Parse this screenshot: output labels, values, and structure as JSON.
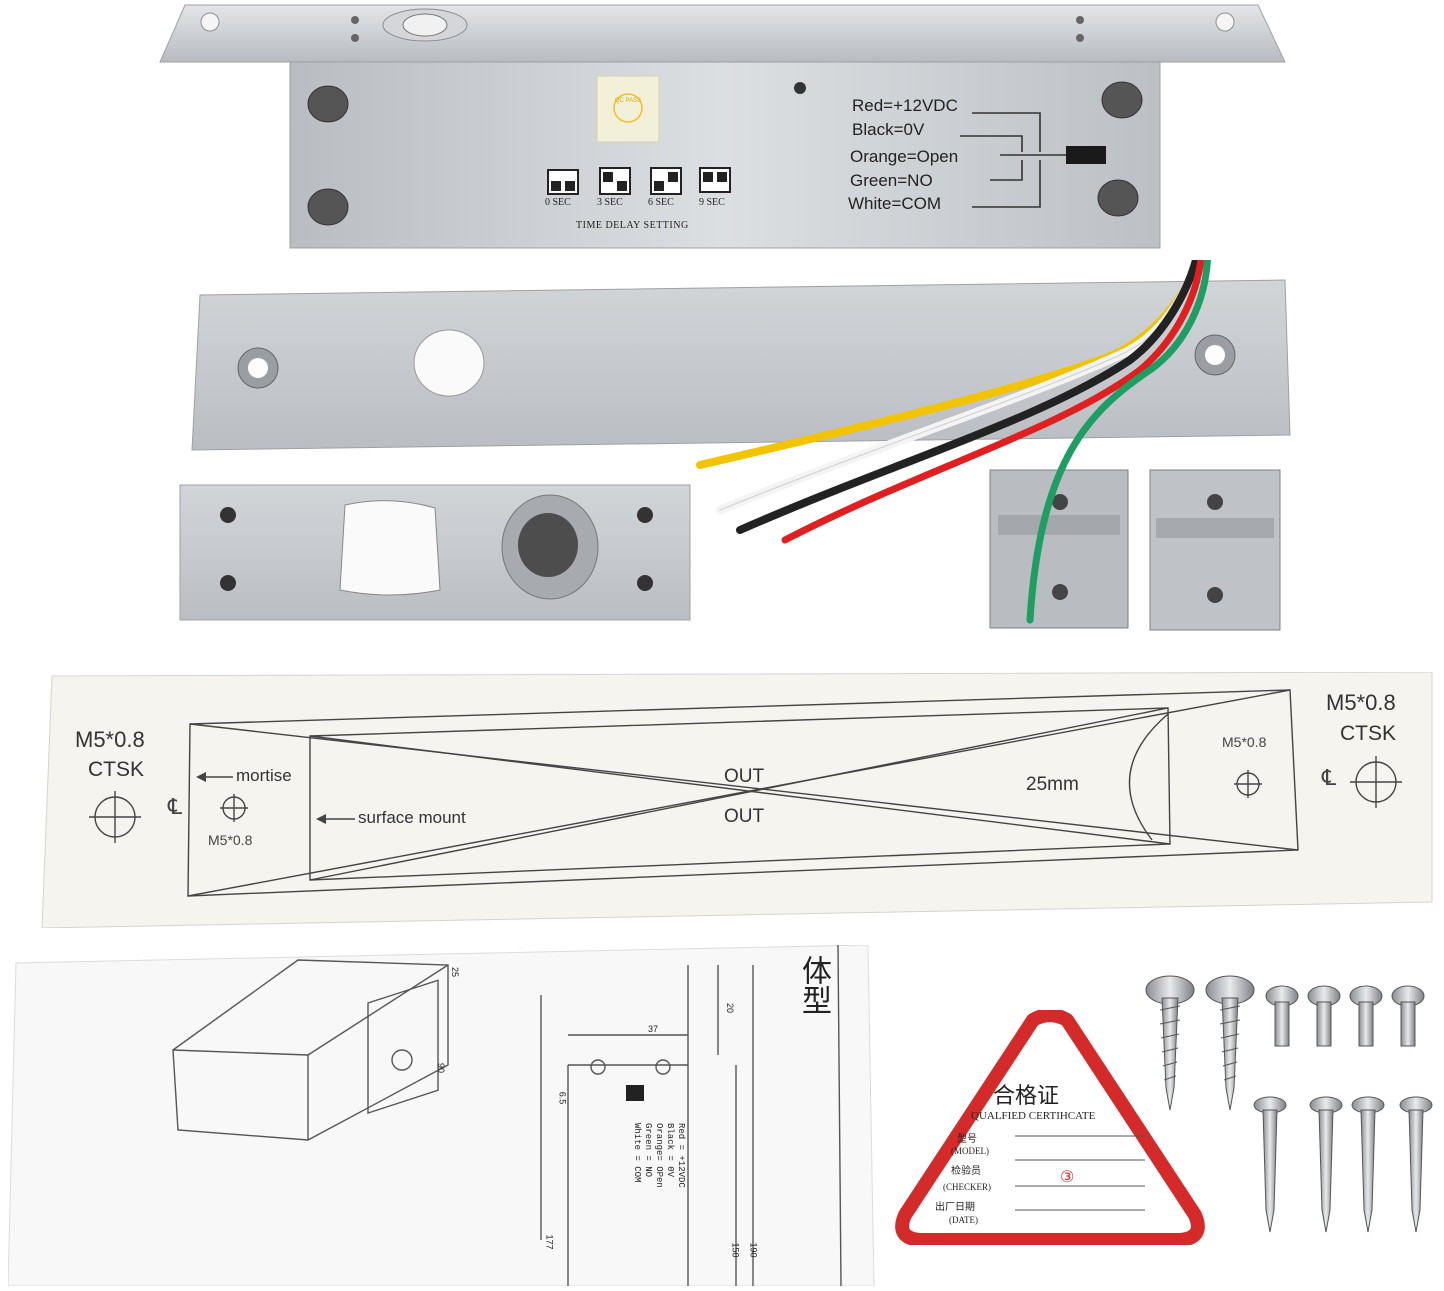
{
  "lock_body": {
    "qc_badge": "QC PASS",
    "wiring": [
      {
        "text": "Red=+12VDC"
      },
      {
        "text": "Black=0V"
      },
      {
        "text": "Orange=Open"
      },
      {
        "text": "Green=NO"
      },
      {
        "text": "White=COM"
      }
    ],
    "delay_options": [
      "0 SEC",
      "3 SEC",
      "6 SEC",
      "9 SEC"
    ],
    "delay_caption": "TIME DELAY SETTING"
  },
  "template": {
    "left_screw": [
      "M5*0.8",
      "CTSK"
    ],
    "right_screw": [
      "M5*0.8",
      "CTSK"
    ],
    "mortise": "mortise",
    "surface_mount": "surface mount",
    "inner_left_screw": "M5*0.8",
    "inner_right_screw": "M5*0.8",
    "out_top": "OUT",
    "out_bottom": "OUT",
    "depth": "25mm"
  },
  "manual": {
    "heading_fragment": "体型",
    "dims": [
      "37",
      "20",
      "6.5",
      "177",
      "150",
      "190",
      "25",
      "90"
    ],
    "wiring_note": [
      "Red = +12VDC",
      "Black = 0V",
      "Orange= OPen",
      "Green = NO",
      "White = COM"
    ]
  },
  "certificate": {
    "title_cn": "合格证",
    "title_en": "QUALFIED CERTIHCATE",
    "rows": [
      {
        "cn": "型号",
        "en": "(MODEL)"
      },
      {
        "cn": "检验员",
        "en": "(CHECKER)"
      },
      {
        "cn": "出厂日期",
        "en": "(DATE)"
      }
    ],
    "stamp": "③"
  },
  "colors": {
    "aluminum": "#c9ccd0",
    "wire_red": "#e02020",
    "wire_yellow": "#f2c400",
    "wire_green": "#1f9e64",
    "wire_white": "#f4f4f4",
    "wire_black": "#222222",
    "cert_red": "#d42a2a"
  }
}
